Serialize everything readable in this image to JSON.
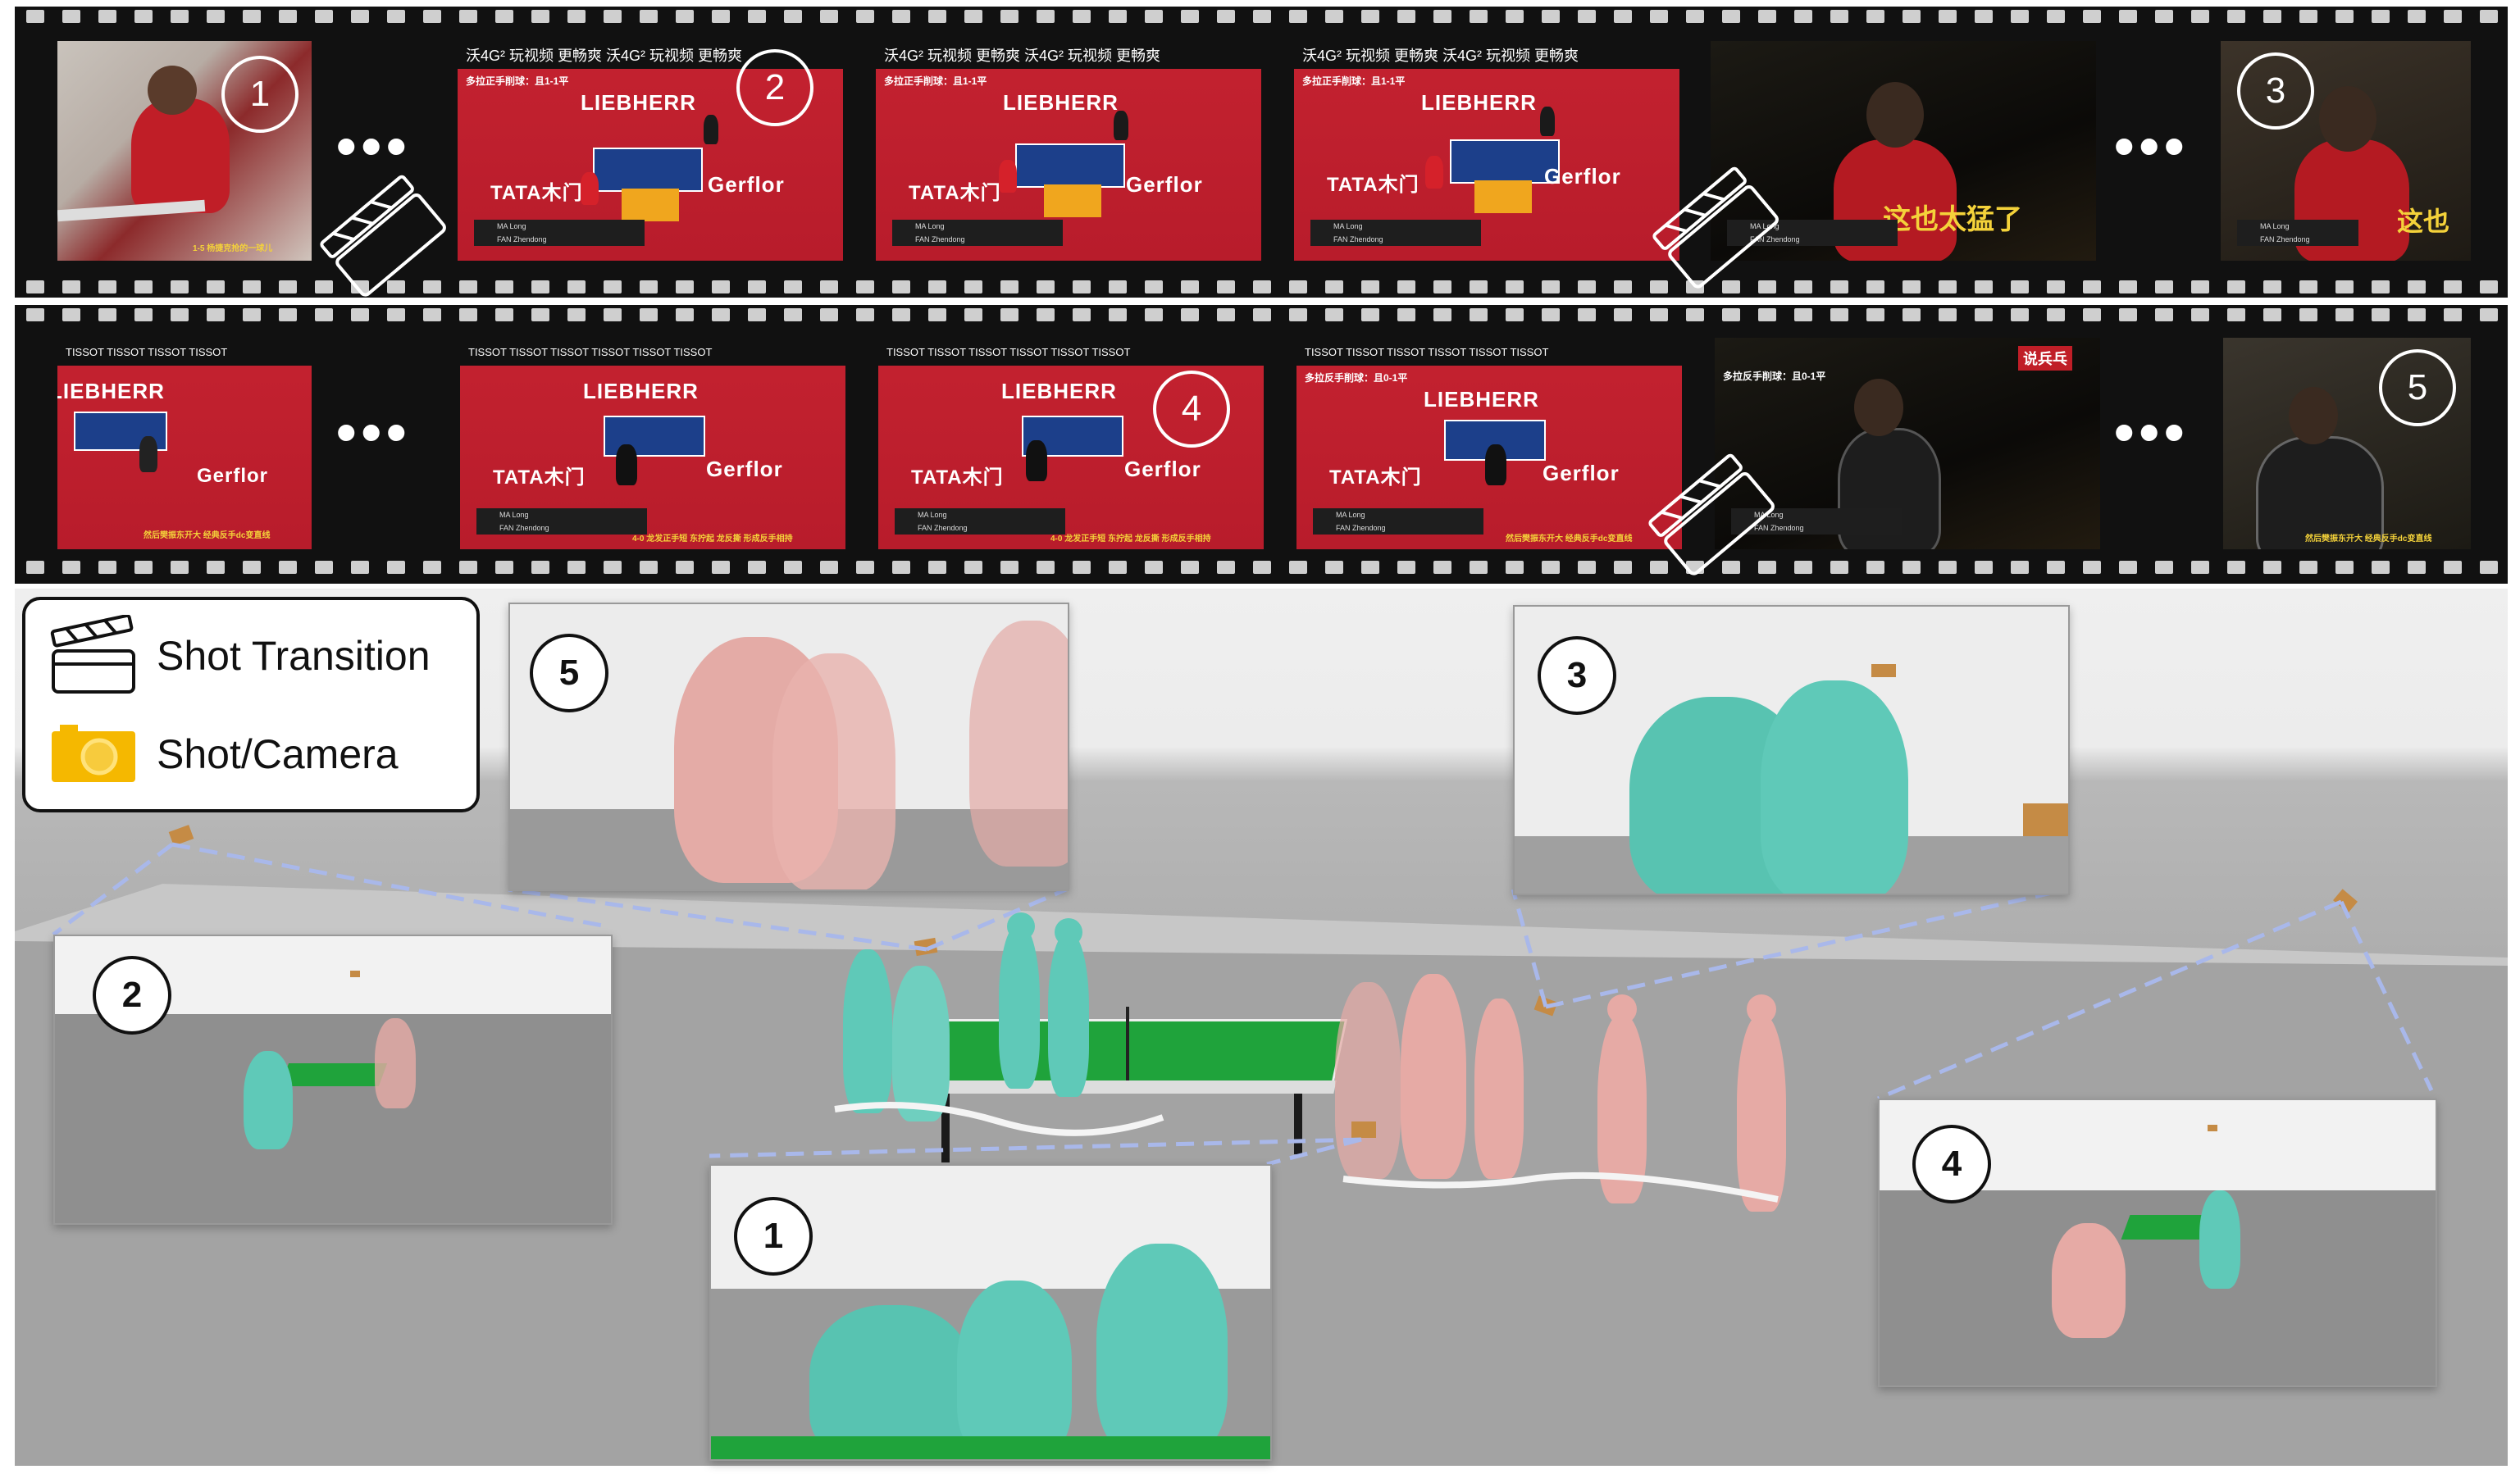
{
  "legend": {
    "items": [
      {
        "label": "Shot Transition",
        "icon": "clapperboard-icon"
      },
      {
        "label": "Shot/Camera",
        "icon": "camera-icon"
      }
    ]
  },
  "colors": {
    "film": "#111111",
    "court_red": "#c42230",
    "teal_player": "#5fc9b8",
    "pink_player": "#e6aaa5",
    "table_green": "#1fa33b",
    "camera_orange": "#f5b800",
    "dashed_line": "#a9b8ea"
  },
  "film_top": {
    "frames": [
      {
        "badge": "1",
        "caption": "1-5 杨捷克抢的一球儿"
      },
      {
        "badge": "2",
        "top_text": "沃4G² 玩视频 更畅爽 沃4G² 玩视频 更畅爽",
        "banner": "多拉正手削球：且1-1平",
        "ads": [
          "LIEBHERR",
          "TATA木门",
          "Gerflor"
        ],
        "score": [
          "MA Long",
          "FAN Zhendong"
        ]
      },
      {
        "top_text": "沃4G² 玩视频 更畅爽 沃4G² 玩视频 更畅爽",
        "banner": "多拉正手削球：且1-1平",
        "ads": [
          "LIEBHERR",
          "TATA木门",
          "Gerflor"
        ],
        "score": [
          "MA Long",
          "FAN Zhendong"
        ]
      },
      {
        "top_text": "沃4G² 玩视频 更畅爽 沃4G² 玩视频 更畅爽",
        "banner": "多拉正手削球：且1-1平",
        "ads": [
          "LIEBHERR",
          "TATA木门",
          "Gerflor"
        ],
        "score": [
          "MA Long",
          "FAN Zhendong"
        ]
      },
      {
        "subtitle": "这也太猛了",
        "score": [
          "MA Long",
          "FAN Zhendong"
        ]
      },
      {
        "badge": "3",
        "subtitle": "这也",
        "score": [
          "MA Long",
          "FAN Zhendong"
        ]
      }
    ],
    "ellipses": [
      "•••",
      "•••"
    ]
  },
  "film_bottom": {
    "frames": [
      {
        "top_text": "TISSOT TISSOT TISSOT TISSOT",
        "ads": [
          "LIEBHERR",
          "Gerflor"
        ],
        "caption": "然后樊振东开大 经典反手dc变直线"
      },
      {
        "top_text": "TISSOT TISSOT TISSOT TISSOT TISSOT TISSOT",
        "ads": [
          "LIEBHERR",
          "TATA木门",
          "Gerflor"
        ],
        "score": [
          "MA Long",
          "FAN Zhendong"
        ],
        "caption": "4-0 龙发正手短 东拧起 龙反撕 形成反手相持"
      },
      {
        "badge": "4",
        "top_text": "TISSOT TISSOT TISSOT TISSOT TISSOT TISSOT",
        "ads": [
          "LIEBHERR",
          "TATA木门",
          "Gerflor"
        ],
        "score": [
          "MA Long",
          "FAN Zhendong"
        ],
        "caption": "4-0 龙发正手短 东拧起 龙反撕 形成反手相持"
      },
      {
        "top_text": "TISSOT TISSOT TISSOT TISSOT TISSOT TISSOT",
        "banner": "多拉反手削球：且0-1平",
        "ads": [
          "LIEBHERR",
          "TATA木门",
          "Gerflor"
        ],
        "score": [
          "MA Long",
          "FAN Zhendong"
        ],
        "caption": "然后樊振东开大 经典反手dc变直线"
      },
      {
        "banner": "多拉反手削球：且0-1平",
        "logo": "说兵乓",
        "score": [
          "MA Long",
          "FAN Zhendong"
        ]
      },
      {
        "badge": "5",
        "caption": "然后樊振东开大 经典反手dc变直线"
      }
    ],
    "ellipses": [
      "•••",
      "•••"
    ]
  },
  "insets": [
    {
      "badge": "5"
    },
    {
      "badge": "3"
    },
    {
      "badge": "2"
    },
    {
      "badge": "1"
    },
    {
      "badge": "4"
    }
  ]
}
